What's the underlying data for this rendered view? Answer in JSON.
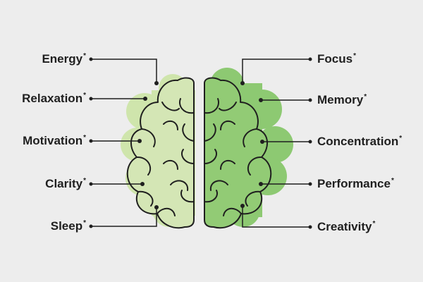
{
  "left_labels": [
    {
      "text": "Energy",
      "mark": "*"
    },
    {
      "text": "Relaxation",
      "mark": "*"
    },
    {
      "text": "Motivation",
      "mark": "*"
    },
    {
      "text": "Clarity",
      "mark": "*"
    },
    {
      "text": "Sleep",
      "mark": "*"
    }
  ],
  "right_labels": [
    {
      "text": "Focus",
      "mark": "*"
    },
    {
      "text": "Memory",
      "mark": "*"
    },
    {
      "text": "Concentration",
      "mark": "*"
    },
    {
      "text": "Performance",
      "mark": "*"
    },
    {
      "text": "Creativity",
      "mark": "*"
    }
  ],
  "colors": {
    "background": "#ededed",
    "left_hemisphere_fill": "#d4e6b5",
    "left_halo": "#cfe5ac",
    "right_hemisphere_fill": "#92cb75",
    "right_halo": "#8dc972",
    "outline": "#1f1f1f"
  }
}
